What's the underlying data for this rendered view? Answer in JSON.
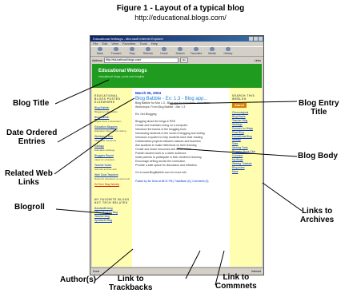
{
  "figure": {
    "title": "Figure 1 - Layout of a typical blog",
    "url": "http://educational.blogs.com/"
  },
  "callouts": {
    "blog_title": "Blog Title",
    "date_ordered_1": "Date Ordered",
    "date_ordered_2": "Entries",
    "related_web_1": "Related Web",
    "related_web_2": "Links",
    "blogroll": "Blogroll",
    "authors": "Author(s)",
    "trackbacks_1": "Link to",
    "trackbacks_2": "Trackbacks",
    "comments_1": "Link to",
    "comments_2": "Commnets",
    "entry_title_1": "Blog Entry",
    "entry_title_2": "Title",
    "blog_body": "Blog Body",
    "archives_1": "Links to",
    "archives_2": "Archives"
  },
  "browser": {
    "window_title": "Educational Weblogs - Microsoft Internet Explorer",
    "menus": [
      "File",
      "Edit",
      "View",
      "Favorites",
      "Tools",
      "Help"
    ],
    "toolbar": [
      "Back",
      "Forward",
      "Stop",
      "Refresh",
      "Home",
      "Search",
      "Favorites",
      "Media",
      "History"
    ],
    "address_label": "Address",
    "address_value": "http://educational.blogs.com/",
    "go_label": "Go",
    "links_label": "Links",
    "status_text": "Done",
    "status_zone": "Internet"
  },
  "blog": {
    "banner_title": "Educational Weblogs",
    "banner_tagline": "educational blogs, posts and insights",
    "left_sidebar": {
      "heading": "EDUCATIONAL BLOGS POSTED ELSEWHERE",
      "items": [
        {
          "link": "Blog Bulletin",
          "desc": "Blogging in Education"
        },
        {
          "link": "Blog Bulletin",
          "desc": "Digital Tools in Education"
        },
        {
          "link": "Education Bloggers",
          "desc": "Education blogs worth visiting"
        },
        {
          "link": "Weblogs in Edu",
          "desc": "Ideas and resources"
        },
        {
          "link": "Edblogs",
          "desc": "Education weblogs"
        },
        {
          "link": "Bloggers Report",
          "desc": "Ideas for educators"
        },
        {
          "link": "Teacher Notes",
          "desc": "Schools and the web"
        },
        {
          "link": "Web Tools Teachers",
          "desc": "Notes for educators on web tools"
        }
      ],
      "highlight": "Ed Tech Blog Weekly",
      "blogroll_heading": "MY FAVORITE BLOGS NOT TECH RELATED",
      "blogroll": [
        "Bandwidth blog",
        "Mirror Musings blog",
        "Teacher blog",
        "Spectacle Blog"
      ]
    },
    "right_sidebar": {
      "heading": "SEARCH THIS WEBLOG",
      "badge": "Search",
      "archives": [
        "Chronological",
        "Blog Books",
        "Teacher Blog",
        "Weblogs",
        "Sources for Blogs",
        "Pixel Blog",
        "Educational Blog Weekly",
        "Sites",
        "Weblog Tools",
        "Bloggers Book Club",
        "Columns",
        "My Blogs",
        "Weblog Tutorials",
        "Blog Index",
        "More"
      ]
    },
    "entry": {
      "date": "March 06, 2004",
      "title": "Blog Babble - Ev: 1.3 - Blog app...",
      "body_lines": [
        "Blog Babble for Mar 1.3 - Blog app for educators. Innovation",
        "Workshops. From Blog Babble - Mar 1.3",
        "",
        "Ed: Get Blogging",
        "",
        "Blogging about the blogs & RSS",
        "Create and maintain a blog on a computer",
        "Introduce the basics of the blogging tools",
        "Introducing students to the world of blogging and writing",
        "Introduce a system to help students track their reading",
        "Collaborative projects between classes and teachers",
        "Ask students to make reflections on their learning",
        "Create and share resources and ideas online",
        "Publish student work to a wider audience",
        "Invite parents to participate in their children's learning",
        "Encourage writing across the curriculum",
        "Provide a safe space for discussion and reflection",
        "",
        "Go to www.BlogBabble.com for more info"
      ],
      "footer": "Posted by Jim Drew at 08:21 PM | TrackBack (0) | Comments (0)"
    }
  }
}
